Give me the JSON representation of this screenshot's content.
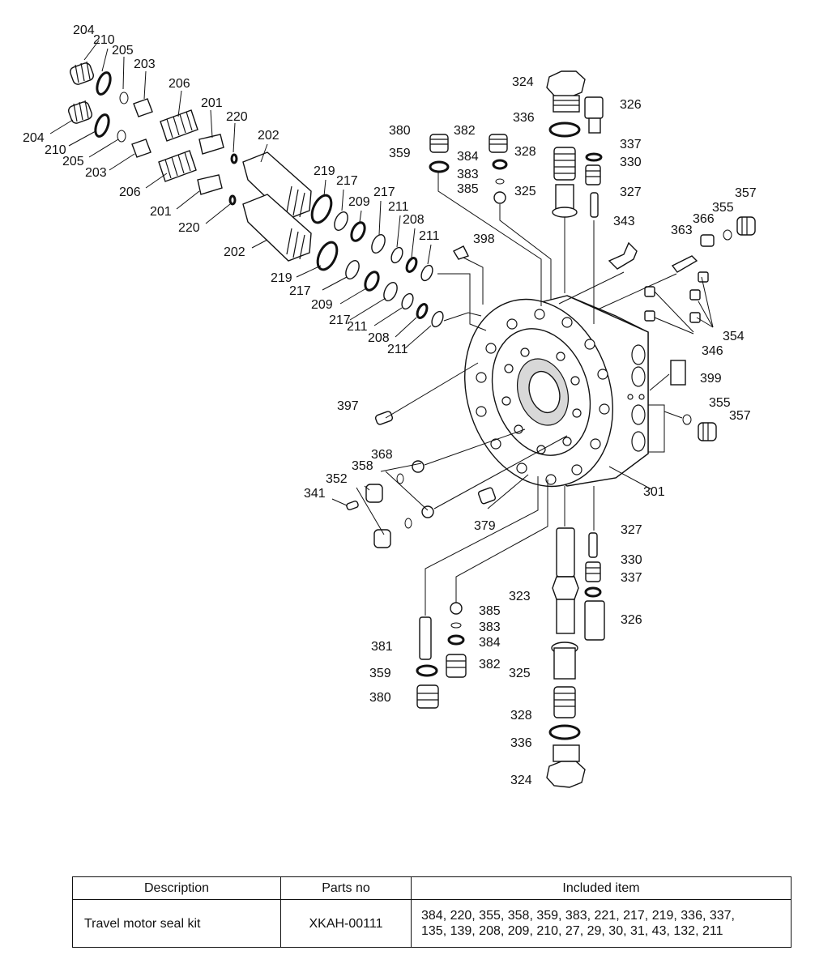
{
  "diagram": {
    "callouts": {
      "204a": "204",
      "210a": "210",
      "205a": "205",
      "203a": "203",
      "206a": "206",
      "201a": "201",
      "220a": "220",
      "202a": "202",
      "204b": "204",
      "210b": "210",
      "205b": "205",
      "203b": "203",
      "206b": "206",
      "201b": "201",
      "220b": "220",
      "202b": "202",
      "219a": "219",
      "217a": "217",
      "209a": "209",
      "217b": "217",
      "211a": "211",
      "208a": "208",
      "211b": "211",
      "219b": "219",
      "217c": "217",
      "209b": "209",
      "217d": "217",
      "211c": "211",
      "208b": "208",
      "211d": "211",
      "324a": "324",
      "336a": "336",
      "326a": "326",
      "337a": "337",
      "330a": "330",
      "327a": "327",
      "328a": "328",
      "325a": "325",
      "380a": "380",
      "382a": "382",
      "384a": "384",
      "383a": "383",
      "385a": "385",
      "359a": "359",
      "343": "343",
      "398": "398",
      "363": "363",
      "366": "366",
      "355a": "355",
      "357a": "357",
      "354": "354",
      "346": "346",
      "399": "399",
      "355b": "355",
      "357b": "357",
      "397": "397",
      "368": "368",
      "358": "358",
      "352": "352",
      "341": "341",
      "301": "301",
      "379": "379",
      "327b": "327",
      "330b": "330",
      "337b": "337",
      "323": "323",
      "326b": "326",
      "385b": "385",
      "383b": "383",
      "384b": "384",
      "381": "381",
      "382b": "382",
      "359b": "359",
      "325b": "325",
      "380b": "380",
      "328b": "328",
      "336b": "336",
      "324b": "324"
    }
  },
  "kit_table": {
    "headers": {
      "description": "Description",
      "parts_no": "Parts no",
      "included": "Included item"
    },
    "row": {
      "description": "Travel motor seal kit",
      "parts_no": "XKAH-00111",
      "included_line1": "384, 220, 355, 358, 359, 383, 221, 217, 219, 336, 337,",
      "included_line2": "135, 139, 208, 209, 210, 27, 29, 30, 31, 43, 132, 211"
    }
  }
}
